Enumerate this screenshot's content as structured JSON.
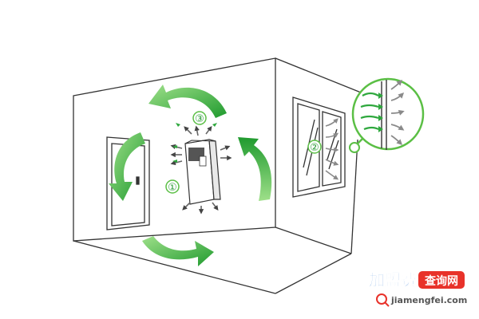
{
  "labels": {
    "marker1": "①",
    "marker2": "②",
    "marker3": "③"
  },
  "watermark": {
    "brand": "加盟费",
    "tag": "查询网",
    "url": "jiamengfei.com"
  },
  "colors": {
    "green_light": "#7fd36b",
    "green_dark": "#1f9a2e",
    "line": "#333333",
    "arrow_gray": "#8a8a8a",
    "brand_blue": "#1f6fd1",
    "brand_red": "#e8322a"
  }
}
